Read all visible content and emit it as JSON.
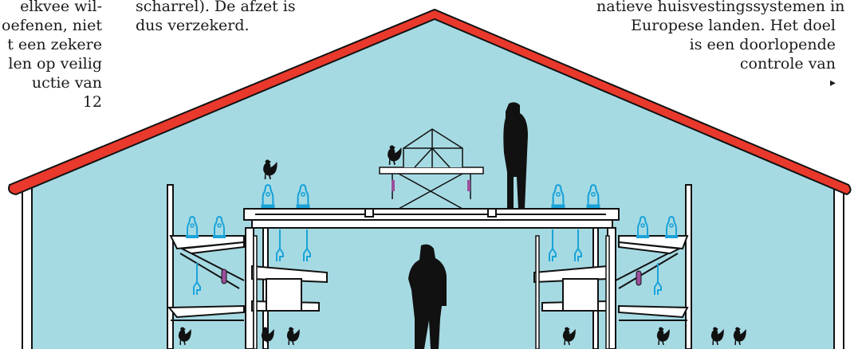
{
  "text_columns": {
    "left": [
      "elkvee wil-",
      "oefenen, niet",
      "t een zekere",
      "len op veilig",
      "uctie van",
      "12"
    ],
    "middle": [
      "scharrel). De  afzet is",
      "dus verzekerd."
    ],
    "right": [
      "natieve huisvestingssystemen in",
      "Europese landen. Het doel",
      "is een doorlopende",
      "controle van",
      "▸"
    ]
  },
  "colors": {
    "roof": "#e8392c",
    "interior": "#a6dae3",
    "structure": "#ffffff",
    "outline": "#111111",
    "drinker": "#1aa3d9",
    "perch_marker": "#9b4f9b",
    "silhouette": "#111111"
  }
}
